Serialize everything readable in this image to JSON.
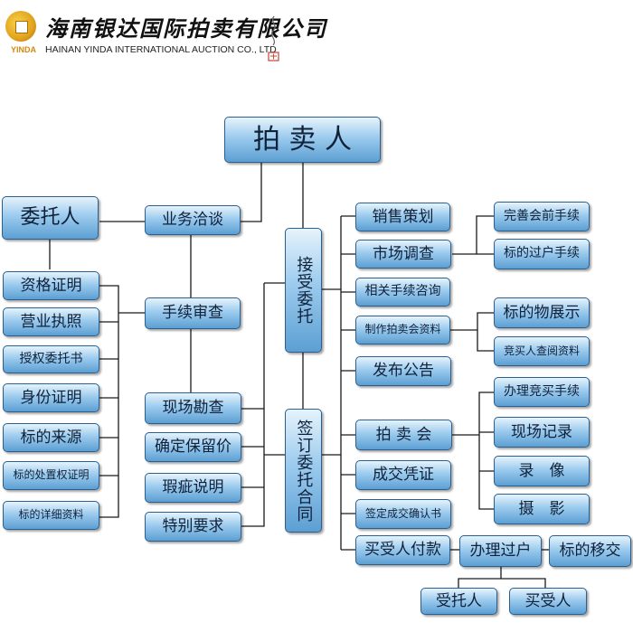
{
  "header": {
    "company_cn": "海南银达国际拍卖有限公司",
    "company_en": "HAINAN YINDA  INTERNATIONAL AUCTION CO., LTD",
    "logo_abbr": "YINDA"
  },
  "nodes": {
    "auctioneer": "拍 卖 人",
    "consignor": "委托人",
    "business_talk": "业务洽谈",
    "procedure_review": "手续审查",
    "qualification_cert": "资格证明",
    "business_license": "营业执照",
    "authorization_letter": "授权委托书",
    "id_cert": "身份证明",
    "item_source": "标的来源",
    "disposal_right_cert": "标的处置权证明",
    "item_details": "标的详细资料",
    "site_survey": "现场勘查",
    "reserve_price": "确定保留价",
    "defect_note": "瑕疵说明",
    "special_req": "特别要求",
    "accept_commission": "接受委托",
    "sign_contract": "签订委托合同",
    "sales_planning": "销售策划",
    "market_research": "市场调查",
    "related_consult": "相关手续咨询",
    "make_materials": "制作拍卖会资料",
    "publish_notice": "发布公告",
    "auction_meeting": "拍 卖 会",
    "deal_voucher": "成交凭证",
    "sign_confirmation": "签定成交确认书",
    "buyer_pays": "买受人付款",
    "transfer_procedure": "办理过户",
    "item_handover": "标的移交",
    "consignor_2": "受托人",
    "buyer": "买受人",
    "complete_pre_procedure": "完善会前手续",
    "item_transfer_procedure": "标的过户手续",
    "item_display": "标的物展示",
    "bidder_review": "竞买人查阅资料",
    "bidder_procedure": "办理竞买手续",
    "site_record": "现场记录",
    "video": "录　像",
    "photo": "摄　影"
  },
  "colors": {
    "box_top": "#e6f3fc",
    "box_bottom": "#5c9fd3",
    "border": "#2a5f8f",
    "line": "#1a1a1a"
  }
}
